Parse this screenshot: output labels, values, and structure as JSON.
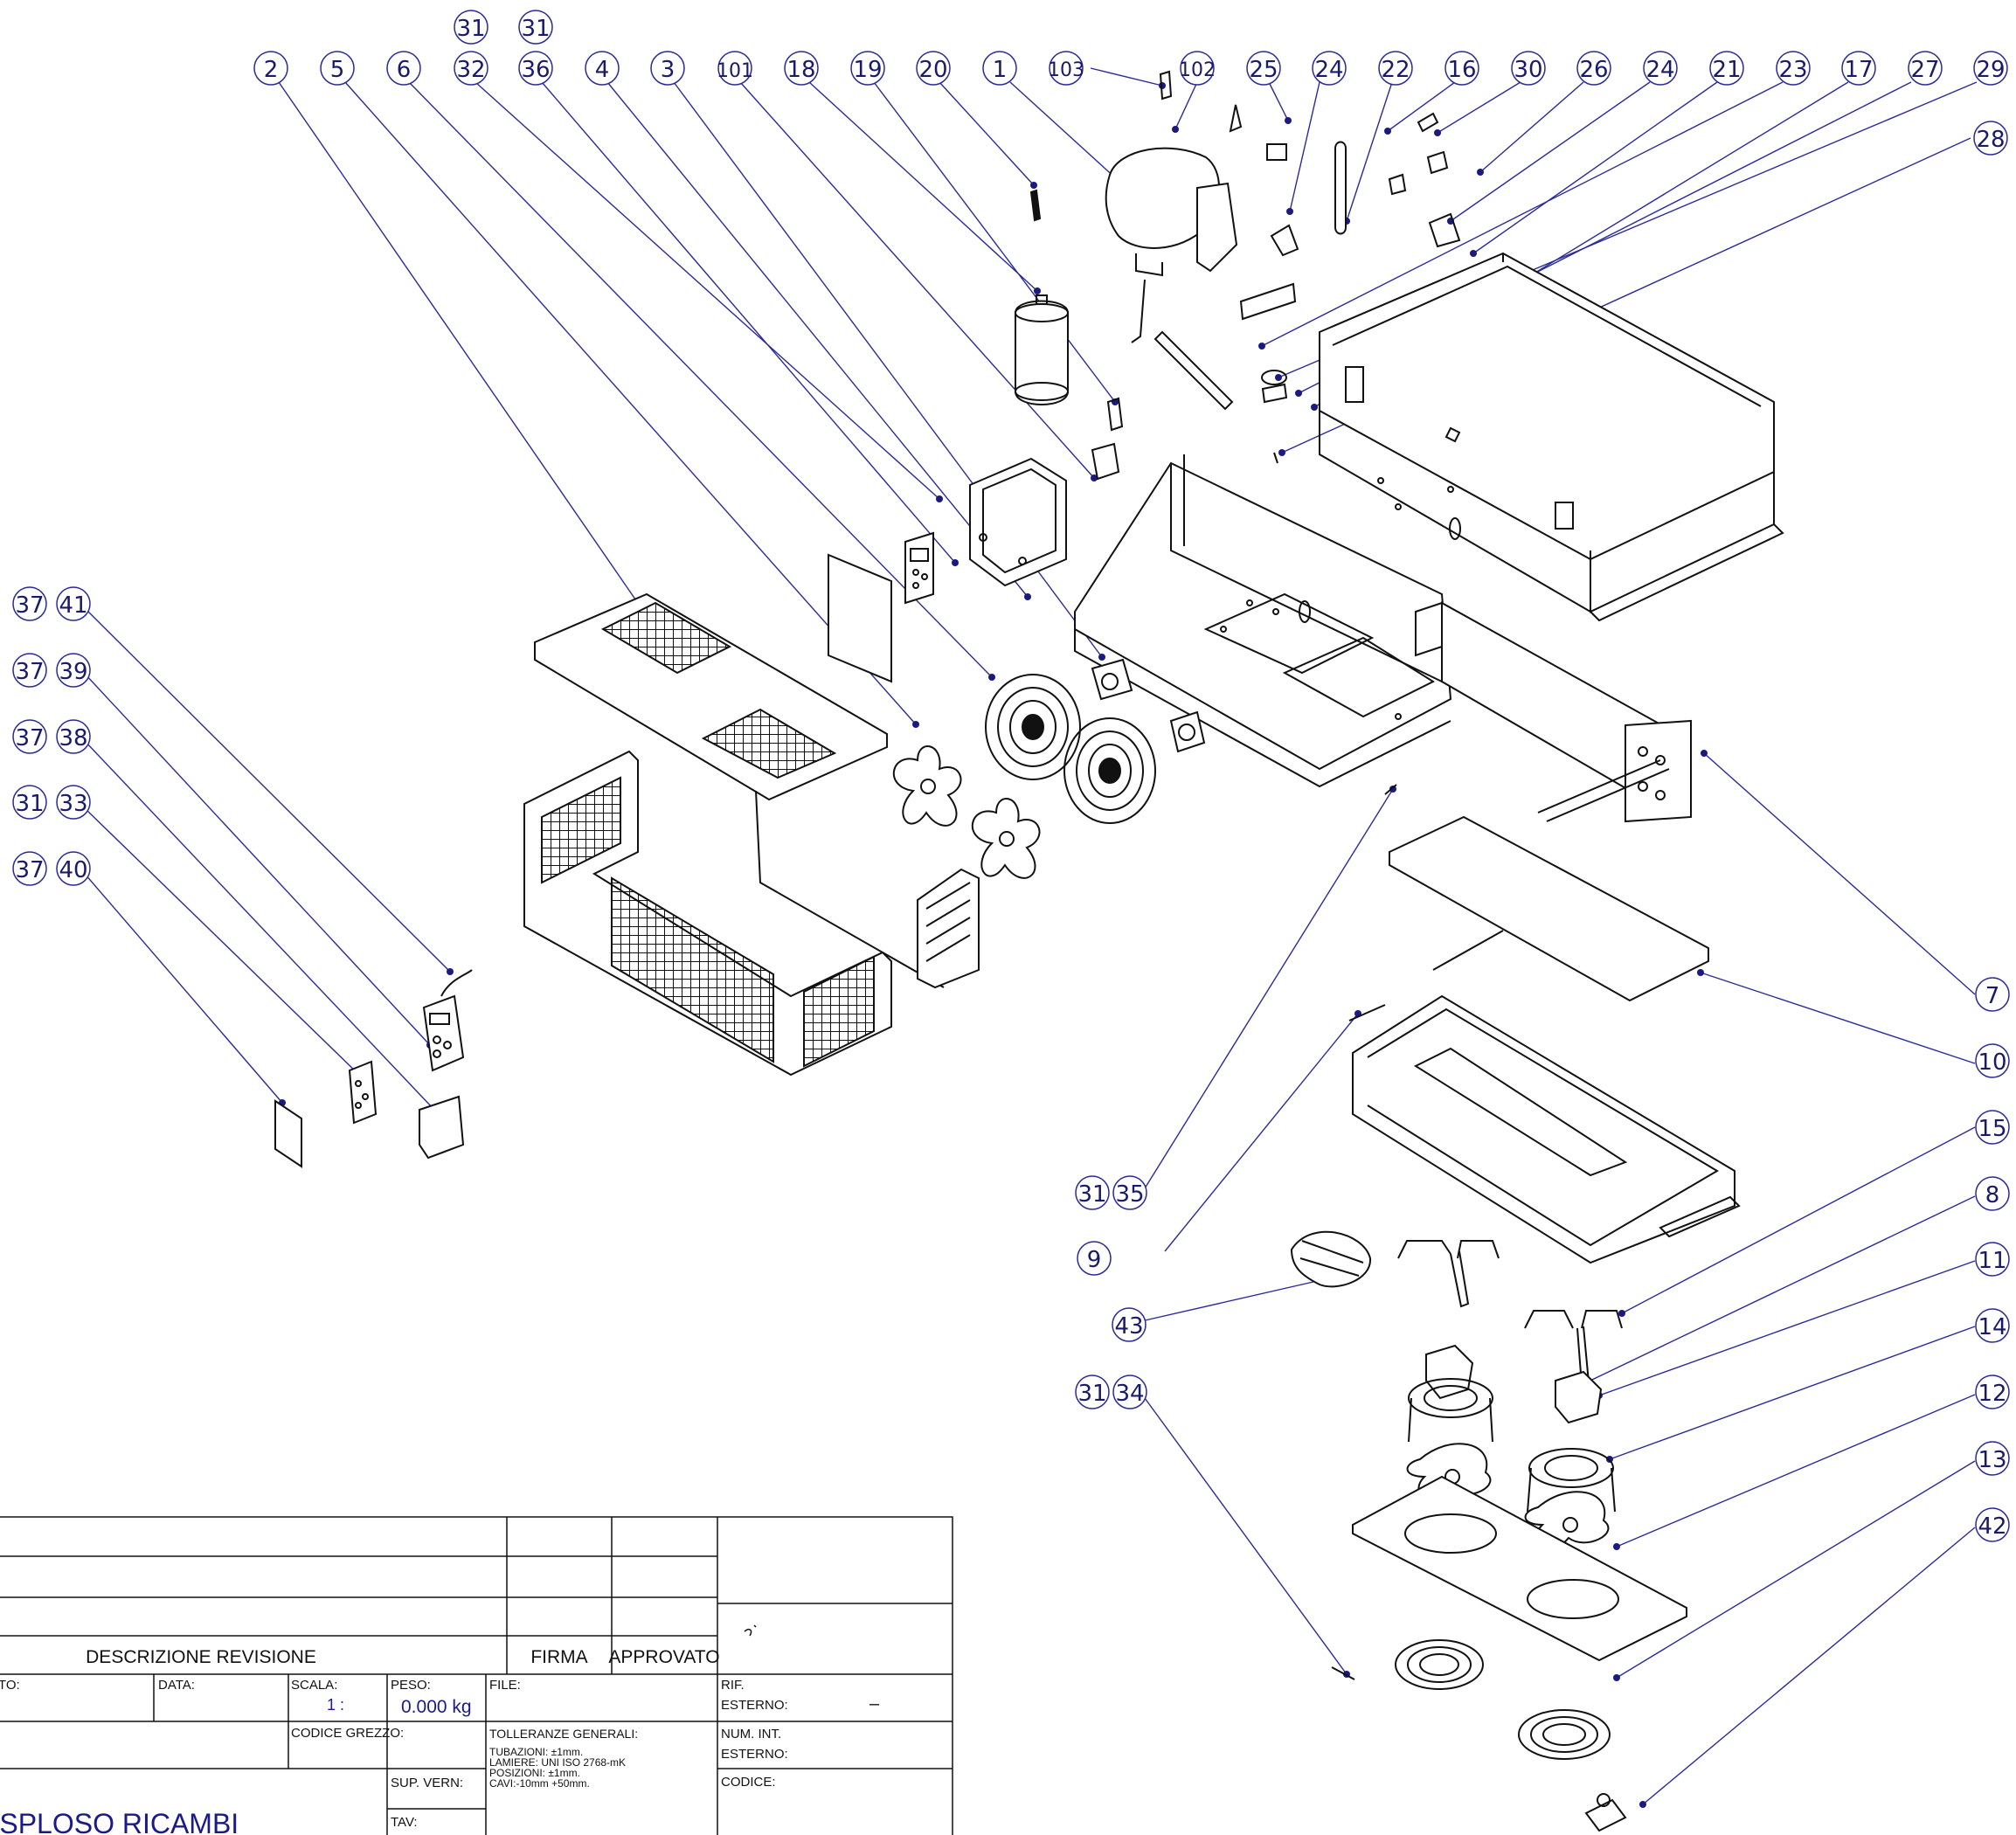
{
  "balloons": {
    "top": [
      {
        "label": "31"
      },
      {
        "label": "31"
      },
      {
        "label": "2"
      },
      {
        "label": "5"
      },
      {
        "label": "6"
      },
      {
        "label": "32"
      },
      {
        "label": "36"
      },
      {
        "label": "4"
      },
      {
        "label": "3"
      },
      {
        "label": "101"
      },
      {
        "label": "18"
      },
      {
        "label": "19"
      },
      {
        "label": "20"
      },
      {
        "label": "1"
      },
      {
        "label": "103"
      },
      {
        "label": "102"
      },
      {
        "label": "25"
      },
      {
        "label": "24"
      },
      {
        "label": "22"
      },
      {
        "label": "16"
      },
      {
        "label": "30"
      },
      {
        "label": "26"
      },
      {
        "label": "24"
      },
      {
        "label": "21"
      },
      {
        "label": "23"
      },
      {
        "label": "17"
      },
      {
        "label": "27"
      },
      {
        "label": "29"
      },
      {
        "label": "28"
      }
    ],
    "left": [
      {
        "a": "37",
        "b": "41"
      },
      {
        "a": "37",
        "b": "39"
      },
      {
        "a": "37",
        "b": "38"
      },
      {
        "a": "31",
        "b": "33"
      },
      {
        "a": "37",
        "b": "40"
      }
    ],
    "right": [
      {
        "label": "7"
      },
      {
        "label": "10"
      },
      {
        "label": "15"
      },
      {
        "label": "8"
      },
      {
        "label": "11"
      },
      {
        "label": "14"
      },
      {
        "label": "12"
      },
      {
        "label": "13"
      },
      {
        "label": "42"
      }
    ],
    "bottom": [
      {
        "a": "31",
        "b": "35"
      },
      {
        "label": "9"
      },
      {
        "label": "43"
      },
      {
        "a": "31",
        "b": "34"
      }
    ]
  },
  "title_block": {
    "descrizione_revisione": "DESCRIZIONE REVISIONE",
    "firma": "FIRMA",
    "approvato": "APPROVATO",
    "disegnato": "TO:",
    "data": "DATA:",
    "scala_label": "SCALA:",
    "scala_value": "1 :",
    "peso_label": "PESO:",
    "peso_value": "0.000 kg",
    "file_label": "FILE:",
    "rif_label": "RIF.",
    "esterno_label": "ESTERNO:",
    "esterno_value": "–",
    "codice_grezzo": "CODICE GREZZO:",
    "tolleranze_title": "TOLLERANZE GENERALI:",
    "tubazioni": "TUBAZIONI: ±1mm.",
    "lamiere": "LAMIERE: UNI ISO 2768-mK",
    "posizioni": "POSIZIONI: ±1mm.",
    "cavi": "CAVI:-10mm +50mm.",
    "num_int": "NUM. INT.",
    "esterno2": "ESTERNO:",
    "sup_vern": "SUP. VERN:",
    "codice": "CODICE:",
    "title": "ESPLOSO RICAMBI",
    "tav": "TAV:"
  }
}
